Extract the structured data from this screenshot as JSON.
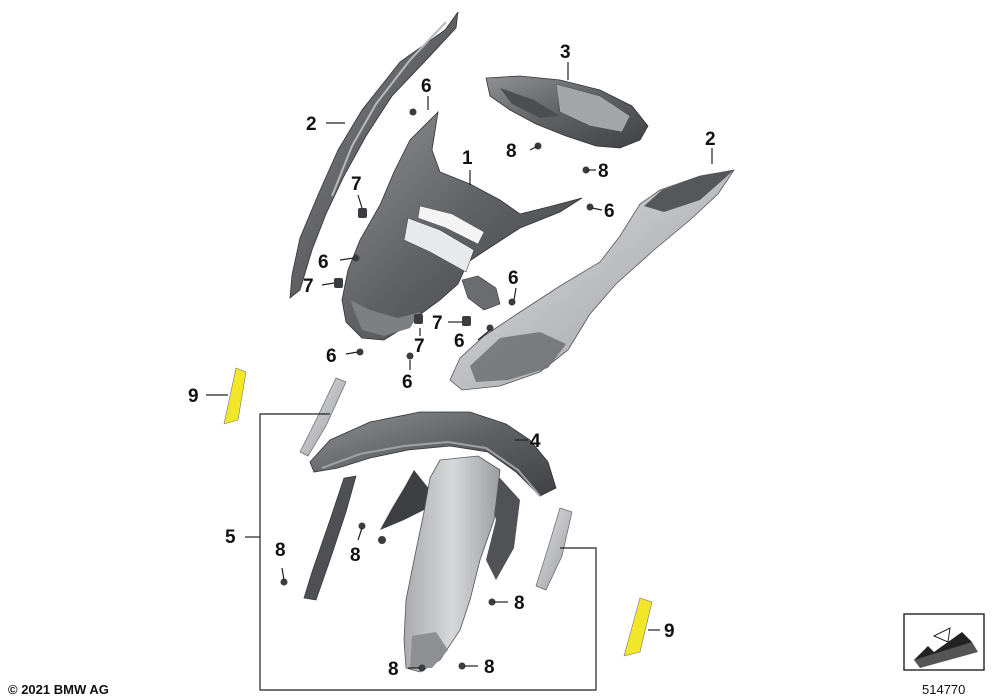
{
  "callouts": {
    "c1": "1",
    "c2a": "2",
    "c2b": "2",
    "c3": "3",
    "c4": "4",
    "c5": "5",
    "c6a": "6",
    "c6b": "6",
    "c6c": "6",
    "c6d": "6",
    "c6e": "6",
    "c6f": "6",
    "c7a": "7",
    "c7b": "7",
    "c7c": "7",
    "c7d": "7",
    "c8a": "8",
    "c8b": "8",
    "c8c": "8",
    "c8d": "8",
    "c8e": "8",
    "c8f": "8",
    "c8g": "8",
    "c9a": "9",
    "c9b": "9"
  },
  "footer": {
    "copyright": "© 2021 BMW AG",
    "diagram_number": "514770"
  },
  "colors": {
    "part_dark": "#5b5d60",
    "part_mid": "#8a8c8f",
    "part_light": "#c4c6c9",
    "reflector_yellow": "#f2e629",
    "line": "#222222"
  }
}
